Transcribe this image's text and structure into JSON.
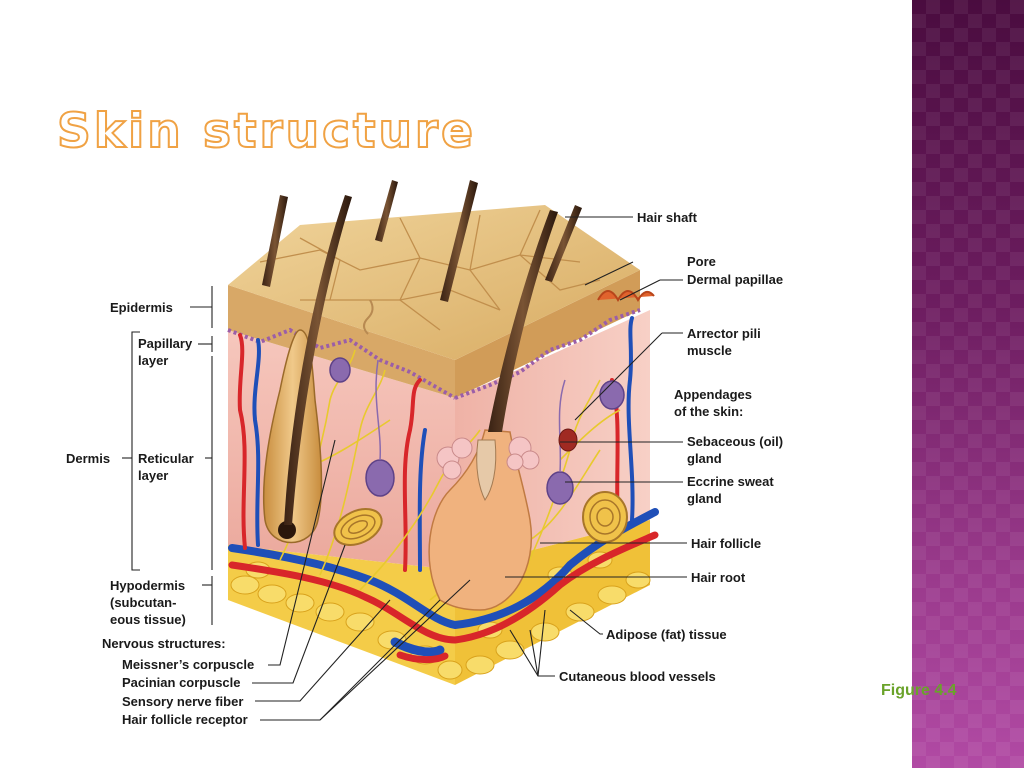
{
  "slide": {
    "title": "Skin structure",
    "figure_caption": "Figure 4.4"
  },
  "labels": {
    "hair_shaft": "Hair shaft",
    "pore": "Pore",
    "dermal_papillae": "Dermal papillae",
    "arrector_pili_1": "Arrector pili",
    "arrector_pili_2": "muscle",
    "appendages_1": "Appendages",
    "appendages_2": "of the skin:",
    "sebaceous_1": "Sebaceous (oil)",
    "sebaceous_2": "gland",
    "eccrine_1": "Eccrine sweat",
    "eccrine_2": "gland",
    "hair_follicle": "Hair follicle",
    "hair_root": "Hair root",
    "adipose": "Adipose (fat) tissue",
    "cutaneous": "Cutaneous blood vessels",
    "epidermis": "Epidermis",
    "papillary_1": "Papillary",
    "papillary_2": "layer",
    "dermis": "Dermis",
    "reticular_1": "Reticular",
    "reticular_2": "layer",
    "hypodermis_1": "Hypodermis",
    "hypodermis_2": "(subcutan-",
    "hypodermis_3": "eous tissue)",
    "nervous_structures": "Nervous structures:",
    "meissner": "Meissner’s corpuscle",
    "pacinian": "Pacinian corpuscle",
    "sensory_nerve": "Sensory nerve fiber",
    "hair_follicle_receptor": "Hair follicle receptor"
  },
  "colors": {
    "title_outline": "#f0a244",
    "caption": "#6aa32a",
    "side_band": "#6d1d60",
    "epidermis": "#e8c27e",
    "dermis": "#f2b9b0",
    "fat": "#f3c640",
    "artery": "#d8262a",
    "vein": "#1f4fb8"
  }
}
